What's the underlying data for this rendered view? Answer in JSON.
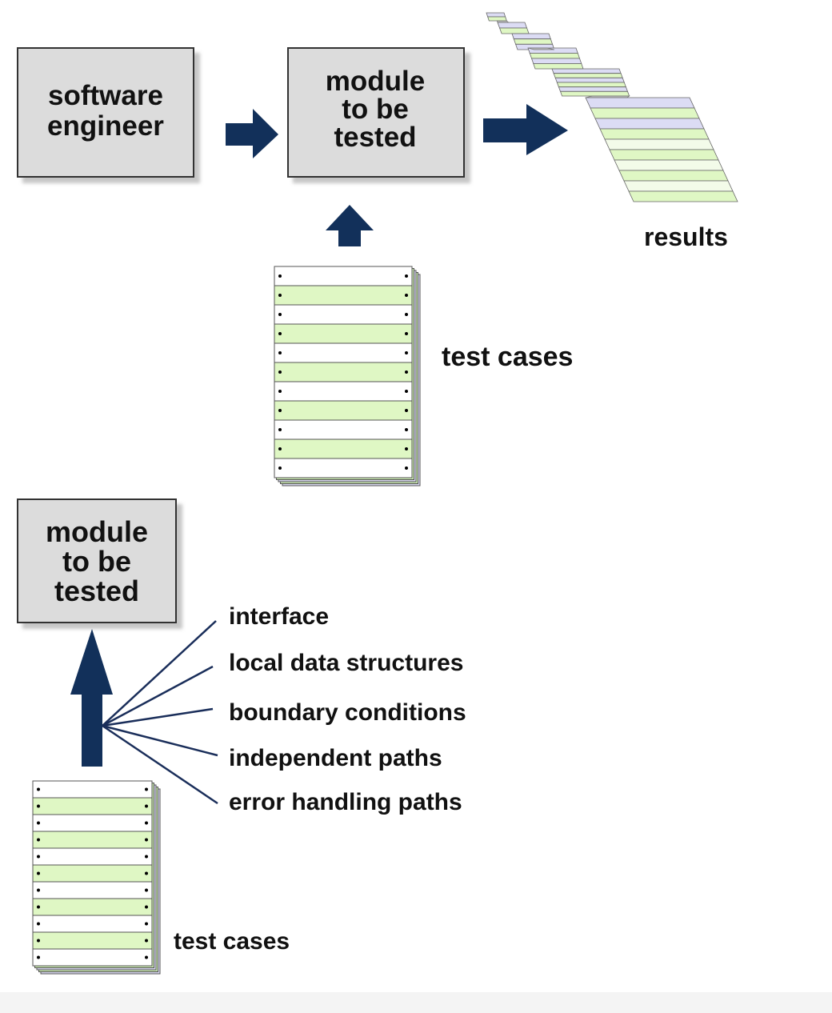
{
  "top": {
    "engineer_box": {
      "lines": [
        "software",
        "engineer"
      ]
    },
    "module_box": {
      "lines": [
        "module",
        "to be",
        "tested"
      ]
    },
    "results_label": "results",
    "test_cases_label": "test cases"
  },
  "bottom": {
    "module_box": {
      "lines": [
        "module",
        "to be",
        "tested"
      ]
    },
    "test_cases_label": "test cases",
    "aspects": [
      "interface",
      "local data structures",
      "boundary conditions",
      "independent paths",
      "error handling paths"
    ]
  },
  "colors": {
    "box_fill": "#dcdcdc",
    "arrow_fill": "#12305a",
    "stripe_green": "#dff7c4",
    "stripe_lavender": "#dcdcf4",
    "line_color": "#1a2e5a"
  }
}
